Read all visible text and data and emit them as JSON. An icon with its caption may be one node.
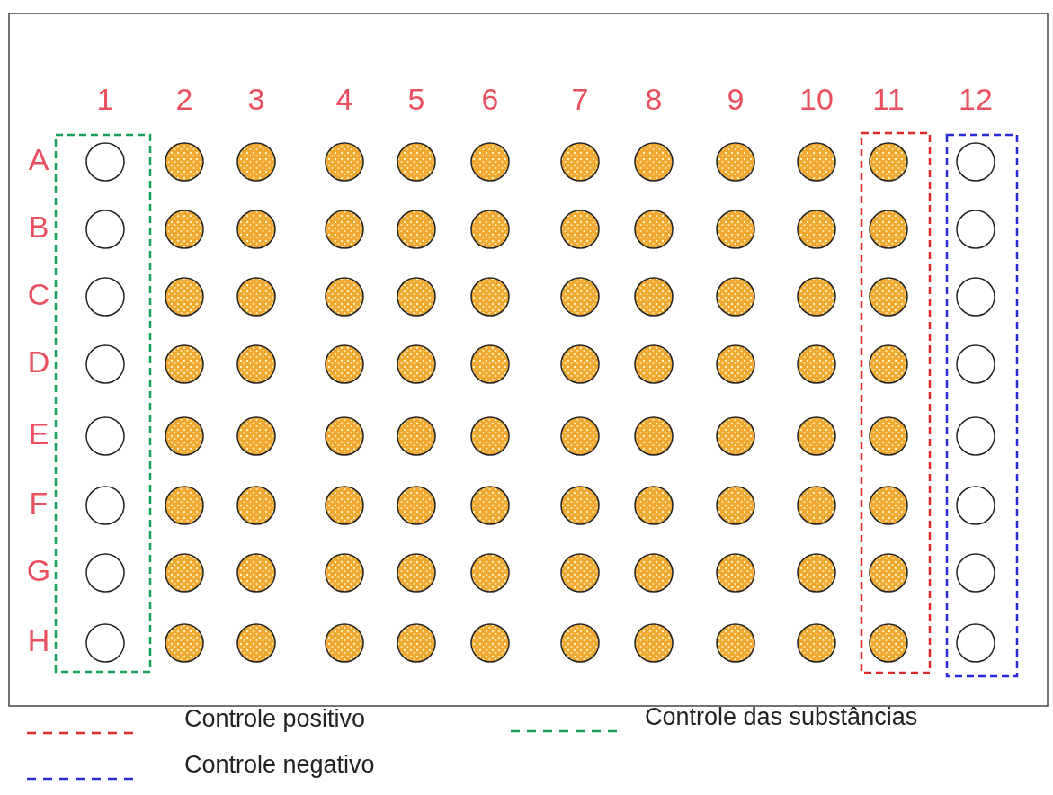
{
  "diagram": {
    "labels": [
      "1",
      "2",
      "3",
      "4",
      "5",
      "6",
      "7",
      "8",
      "9",
      "10",
      "11",
      "12",
      "A",
      "B",
      "C",
      "D",
      "E",
      "F",
      "G",
      "H"
    ],
    "legend": [
      {
        "text": "Controle positivo"
      },
      {
        "text": "Controle das substâncias"
      },
      {
        "text": "Controle negativo"
      }
    ]
  }
}
